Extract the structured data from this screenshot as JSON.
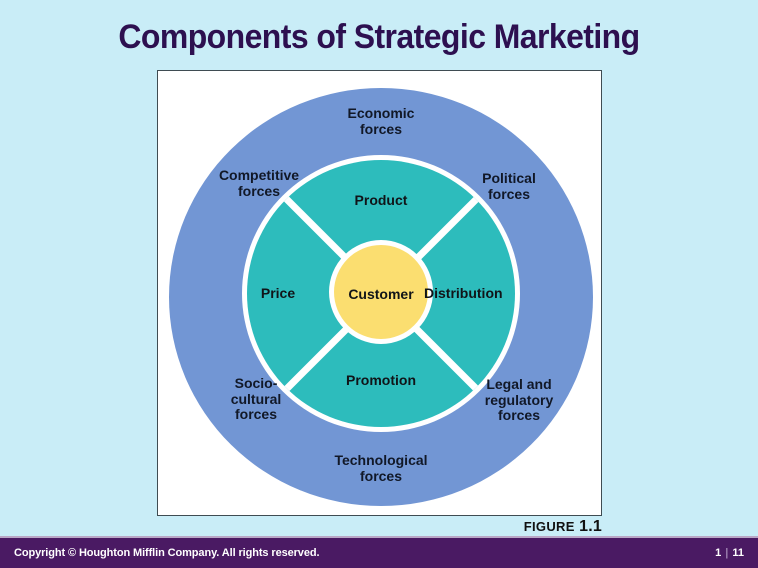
{
  "slide": {
    "title": "Components of Strategic Marketing",
    "background_color": "#c9edf7",
    "title_color": "#2d1050"
  },
  "figure": {
    "caption_word": "FIGURE",
    "caption_number": "1.1",
    "frame_background": "#ffffff",
    "frame_border_color": "#3f4c52"
  },
  "diagram": {
    "type": "concentric-circles",
    "colors": {
      "outer_ring": "#7296d4",
      "middle_ring": "#2dbcbc",
      "core": "#fbde70",
      "divider": "#ffffff",
      "label_text": "#101418"
    },
    "core": {
      "label": "Customer"
    },
    "marketing_mix": {
      "ring_name": "middle_ring",
      "segments": [
        {
          "label": "Product",
          "position": "top"
        },
        {
          "label": "Distribution",
          "position": "right"
        },
        {
          "label": "Promotion",
          "position": "bottom"
        },
        {
          "label": "Price",
          "position": "left"
        }
      ]
    },
    "environmental_forces": {
      "ring_name": "outer_ring",
      "segments": [
        {
          "label": "Economic\nforces",
          "position": "top"
        },
        {
          "label": "Political\nforces",
          "position": "top-right"
        },
        {
          "label": "Legal and\nregulatory\nforces",
          "position": "bottom-right"
        },
        {
          "label": "Technological\nforces",
          "position": "bottom"
        },
        {
          "label": "Socio-\ncultural\nforces",
          "position": "bottom-left"
        },
        {
          "label": "Competitive\nforces",
          "position": "top-left"
        }
      ]
    }
  },
  "footer": {
    "copyright": "Copyright © Houghton Mifflin Company. All rights reserved.",
    "page_current": "1",
    "page_separator": "|",
    "page_total": "11",
    "background_color": "#4a1a63"
  }
}
